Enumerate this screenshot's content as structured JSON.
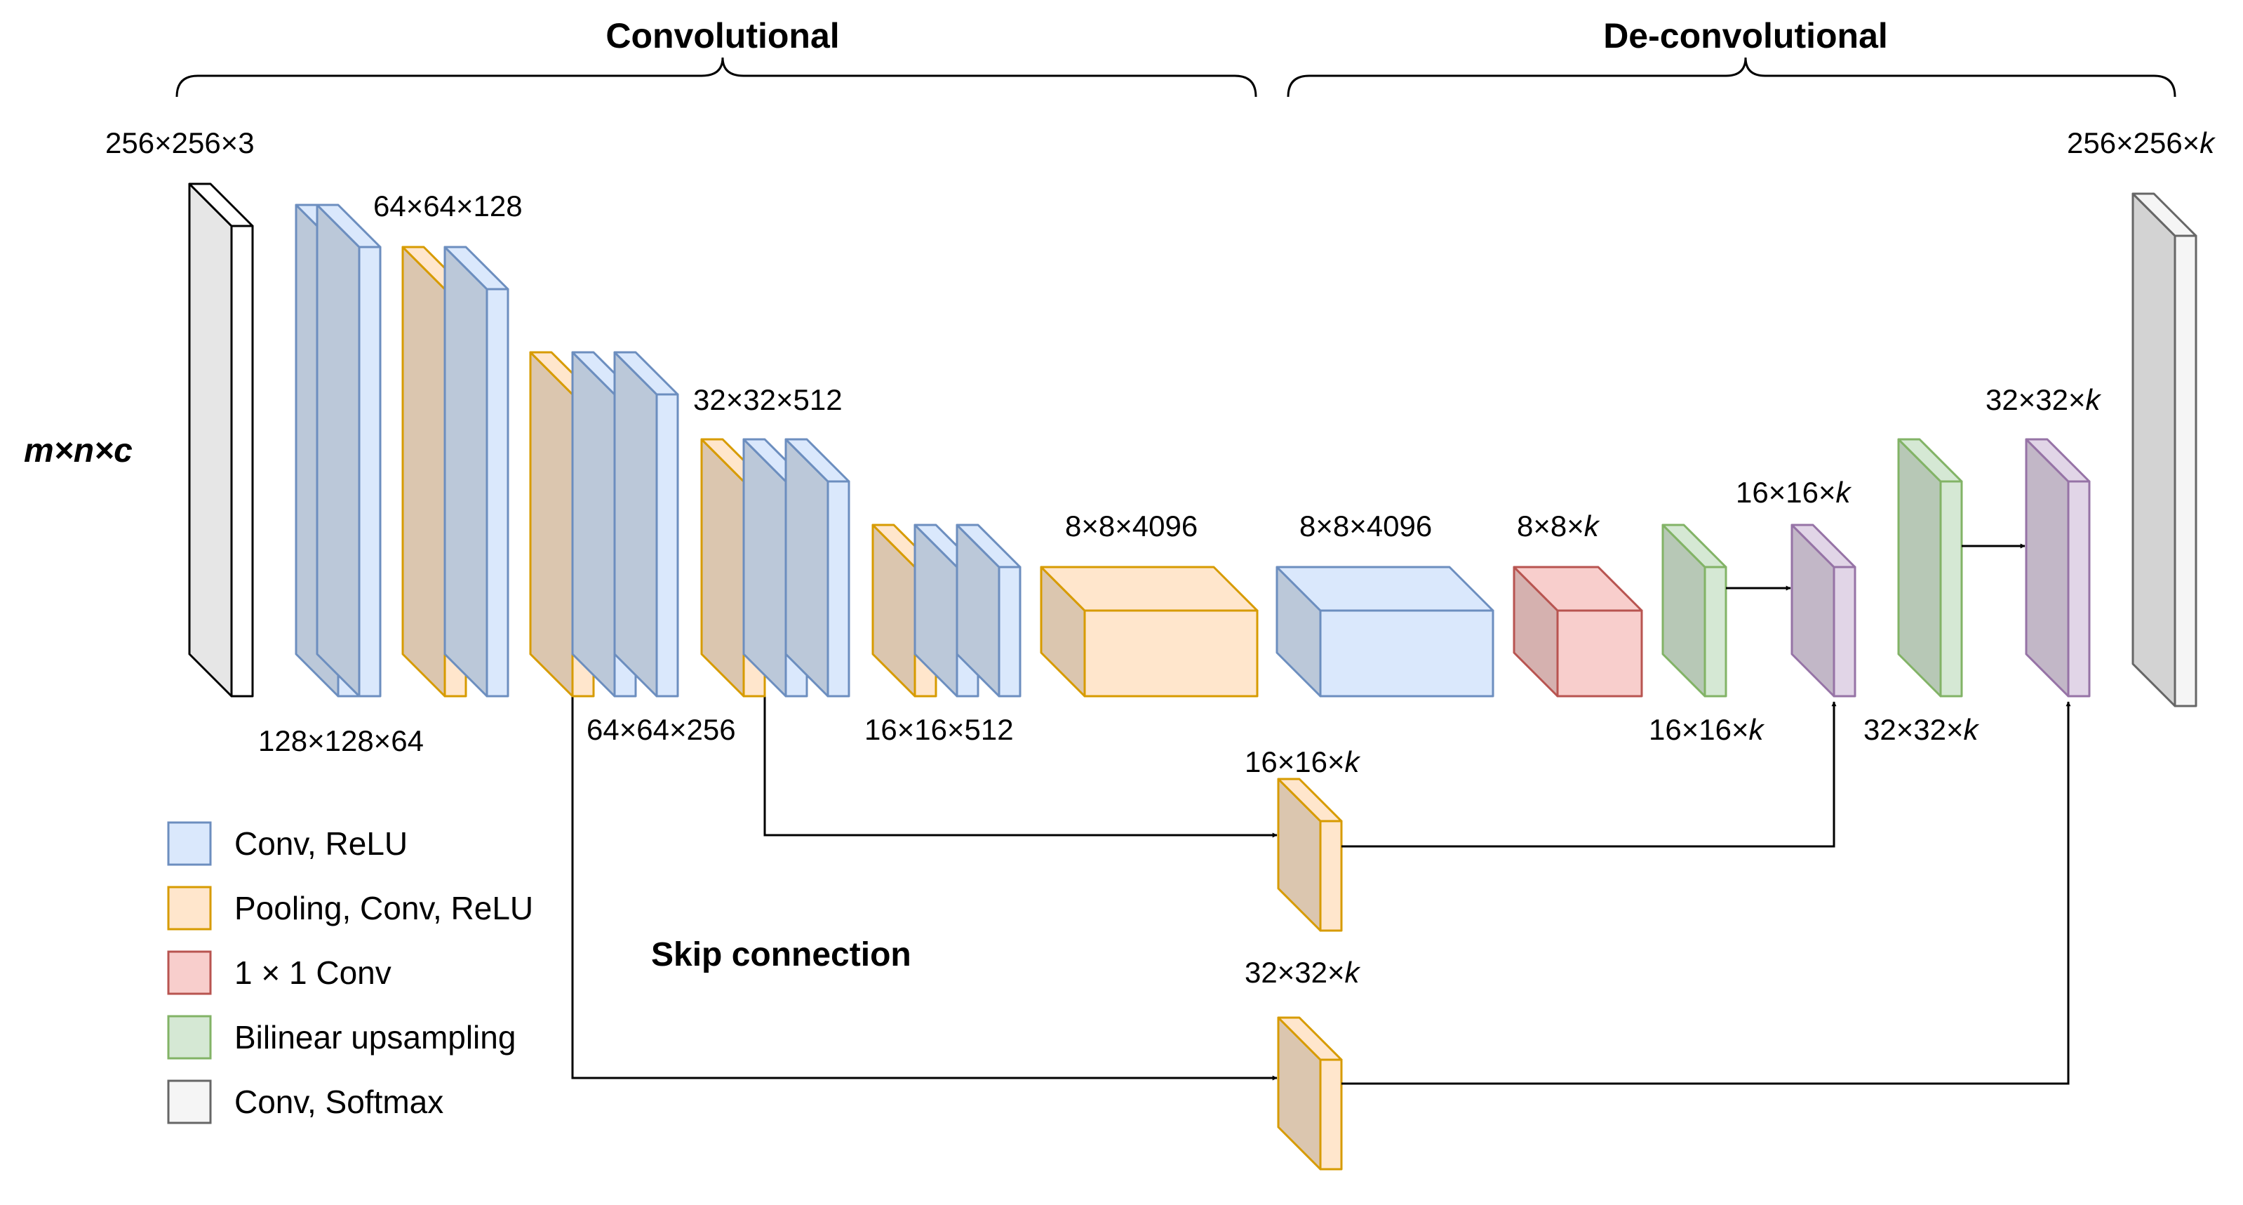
{
  "headings": {
    "convolutional": "Convolutional",
    "deconvolutional": "De-convolutional"
  },
  "input_label": "m×n×c",
  "dims": {
    "input": "256×256×3",
    "b1_top": "64×64×128",
    "b1_bottom": "128×128×64",
    "b2_bottom": "64×64×256",
    "b3_top": "32×32×512",
    "b4_bottom": "16×16×512",
    "fc6": "8×8×4096",
    "fc7": "8×8×4096",
    "score": "8×8×",
    "up1_bottom": "16×16×",
    "fuse1_top": "16×16×",
    "up2_bottom": "32×32×",
    "fuse2_top": "32×32×",
    "output": "256×256×",
    "skip1": "16×16×",
    "skip2": "32×32×",
    "k": "k"
  },
  "skip_connection_label": "Skip connection",
  "legend": [
    {
      "label": "Conv, ReLU",
      "fill": "#dae8fc",
      "stroke": "#6c8ebf"
    },
    {
      "label": "Pooling, Conv, ReLU",
      "fill": "#ffe6cc",
      "stroke": "#d79b00"
    },
    {
      "label": "1 × 1 Conv",
      "fill": "#f8cecc",
      "stroke": "#b85450"
    },
    {
      "label": "Bilinear upsampling",
      "fill": "#d5e8d4",
      "stroke": "#82b366"
    },
    {
      "label": "Conv, Softmax",
      "fill": "#f5f5f5",
      "stroke": "#666666"
    }
  ],
  "colors": {
    "conv_fill": "#dae8fc",
    "conv_stroke": "#6c8ebf",
    "pool_fill": "#ffe6cc",
    "pool_stroke": "#d79b00",
    "onebyone_fill": "#f8cecc",
    "onebyone_stroke": "#b85450",
    "upsample_fill": "#d5e8d4",
    "upsample_stroke": "#82b366",
    "fuse_fill": "#e1d5e7",
    "fuse_stroke": "#9673a6",
    "softmax_fill": "#f5f5f5",
    "softmax_stroke": "#666666",
    "input_fill": "#ffffff",
    "input_stroke": "#000000"
  }
}
